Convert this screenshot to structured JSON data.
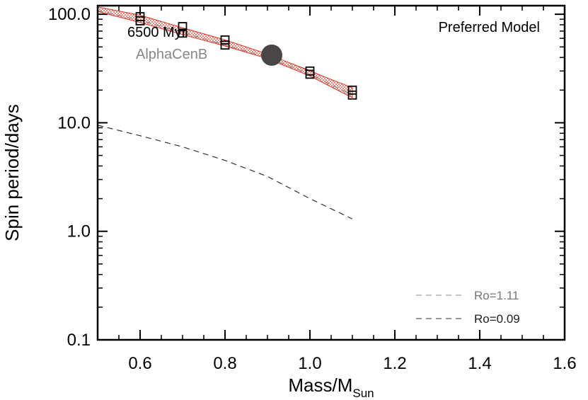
{
  "chart_data": {
    "type": "line",
    "title": "",
    "annotations": {
      "panel_label": "Preferred Model",
      "age_label": "6500 Myr",
      "star_label": "AlphaCenB"
    },
    "xlabel": "Mass/M",
    "xlabel_subscript": "Sun",
    "ylabel": "Spin period/days",
    "xlim": [
      0.5,
      1.6
    ],
    "ylim": [
      0.1,
      120
    ],
    "yscale": "log",
    "x_ticks": [
      "0.6",
      "0.8",
      "1.0",
      "1.2",
      "1.4",
      "1.6"
    ],
    "y_ticks": [
      "0.1",
      "1.0",
      "10.0",
      "100.0"
    ],
    "grid": false,
    "legend_position": "bottom-right",
    "series": [
      {
        "name": "",
        "style": "solid",
        "color": "#000000",
        "x": [
          0.5,
          0.6,
          0.7,
          0.8,
          0.9,
          1.0,
          1.1
        ],
        "y": [
          115,
          97,
          74,
          57,
          42,
          30,
          20
        ]
      },
      {
        "name": "",
        "style": "solid",
        "color": "#000000",
        "x": [
          0.5,
          0.6,
          0.7,
          0.8,
          0.9,
          1.0,
          1.1
        ],
        "y": [
          112,
          87,
          67,
          52,
          40,
          28,
          18
        ]
      },
      {
        "name": "",
        "style": "band",
        "color": "#e03020",
        "x": [
          0.5,
          0.6,
          0.7,
          0.8,
          0.9,
          1.0,
          1.1
        ],
        "y_low": [
          106,
          84,
          65,
          51,
          39,
          27,
          17
        ],
        "y_high": [
          117,
          98,
          75,
          58,
          43,
          30,
          21
        ]
      },
      {
        "name": "Ro=1.11",
        "style": "dashed",
        "color": "#888888",
        "x": [
          0.5,
          0.6,
          0.7,
          0.8,
          0.9,
          1.0,
          1.1
        ],
        "y": [
          108,
          88,
          68,
          52,
          40,
          28,
          18
        ]
      },
      {
        "name": "Ro=0.09",
        "style": "dashed",
        "color": "#333333",
        "x": [
          0.5,
          0.6,
          0.7,
          0.8,
          0.9,
          1.0,
          1.1
        ],
        "y": [
          9.5,
          7.6,
          6.0,
          4.5,
          3.2,
          2.0,
          1.3
        ]
      }
    ],
    "markers": {
      "style": "open-square",
      "x": [
        0.6,
        0.6,
        0.7,
        0.7,
        0.8,
        0.8,
        1.0,
        1.0,
        1.1,
        1.1
      ],
      "y": [
        95,
        87,
        77,
        67,
        58,
        52,
        30,
        28,
        20,
        18
      ]
    },
    "highlight_point": {
      "name": "AlphaCenB",
      "x": 0.91,
      "y": 42,
      "color": "#4a4546"
    }
  }
}
